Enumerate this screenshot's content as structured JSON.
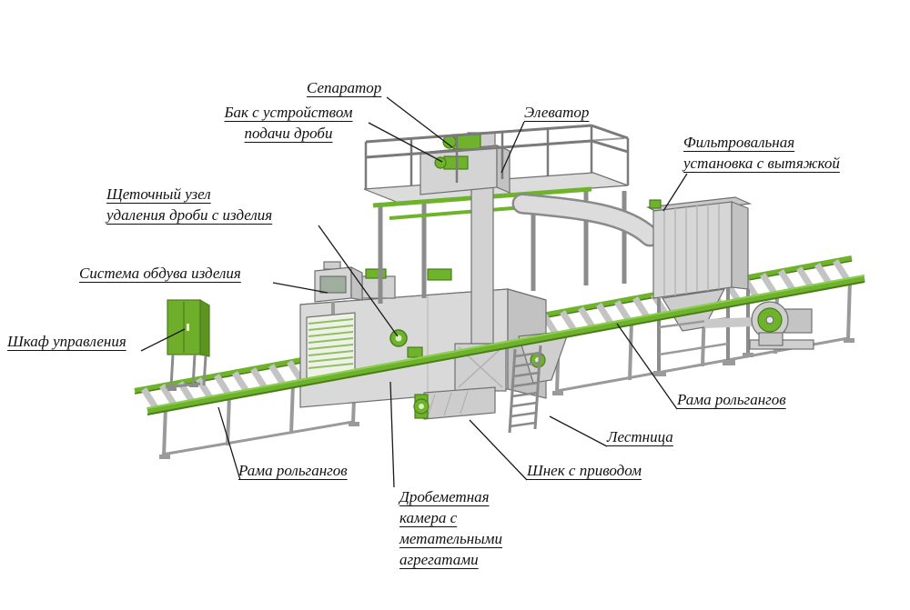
{
  "diagram": {
    "labels": {
      "separator": "Сепаратор",
      "shot_feed_tank": "Бак с устройством\nподачи дроби",
      "elevator": "Элеватор",
      "filter_unit": "Фильтровальная\nустановка с вытяжкой",
      "brush_unit": "Щеточный узел\nудаления дроби с изделия",
      "blow_off_system": "Система обдува изделия",
      "control_cabinet": "Шкаф управления",
      "roller_frame_left": "Рама рольгангов",
      "blast_chamber": "Дробеметная\nкамера с\nметательными\nагрегатами",
      "screw_drive": "Шнек с приводом",
      "ladder": "Лестница",
      "roller_frame_right": "Рама рольгангов"
    },
    "colors": {
      "accent_green": "#6fb32c",
      "machine_grey": "#d9d9d9",
      "leader_line": "#1a1a1a"
    }
  }
}
